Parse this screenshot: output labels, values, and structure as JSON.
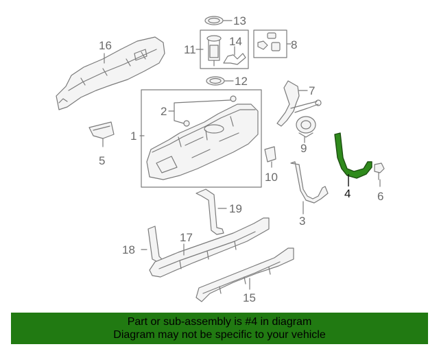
{
  "callouts": {
    "c1": "1",
    "c2": "2",
    "c3": "3",
    "c4": "4",
    "c5": "5",
    "c6": "6",
    "c7": "7",
    "c8": "8",
    "c9": "9",
    "c10": "10",
    "c11": "11",
    "c12": "12",
    "c13": "13",
    "c14": "14",
    "c15": "15",
    "c16": "16",
    "c17": "17",
    "c18": "18",
    "c19": "19"
  },
  "highlight": {
    "part_number": "4",
    "color": "#217a12"
  },
  "colors": {
    "line": "#7a7a7a",
    "part_fill": "#f4f4f4",
    "highlight_fill": "#2f8a1c",
    "footer_bg": "#217a12"
  },
  "footer": {
    "line1": "Part or sub-assembly is #4 in diagram",
    "line2": "Diagram may not be specific to your vehicle"
  }
}
